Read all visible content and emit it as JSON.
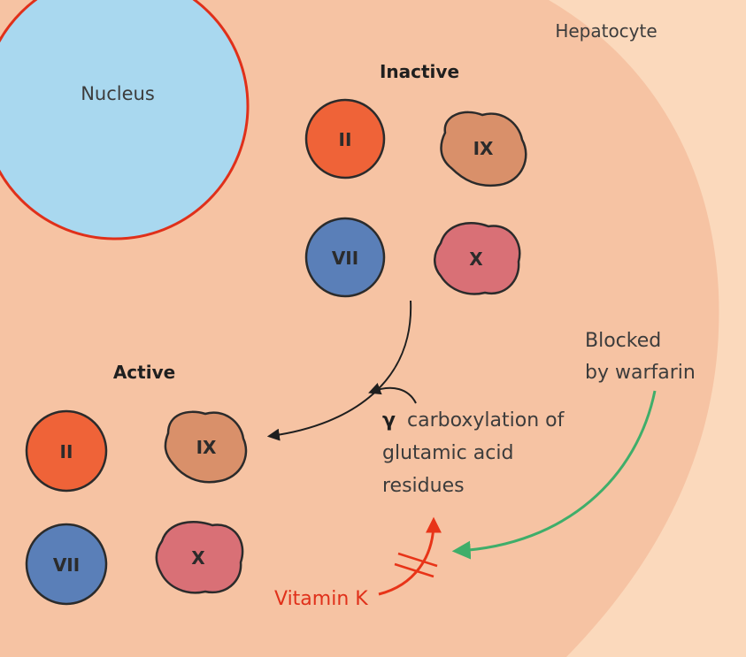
{
  "labels": {
    "cell": "Hepatocyte",
    "nucleus": "Nucleus",
    "inactive": "Inactive",
    "active": "Active",
    "process_gamma": "γ",
    "process_line1": "carboxylation of",
    "process_line2": "glutamic acid",
    "process_line3": "residues",
    "blocked_line1": "Blocked",
    "blocked_line2": "by warfarin",
    "vitamin_k": "Vitamin K"
  },
  "inactive_factors": [
    "II",
    "IX",
    "VII",
    "X"
  ],
  "active_factors": [
    "II",
    "IX",
    "VII",
    "X"
  ],
  "colors": {
    "background": "#fbd9bc",
    "cell_fill": "#f6c3a3",
    "nucleus_fill": "#a9d8ef",
    "nucleus_border": "#e0301a",
    "factor_ii": "#ef6338",
    "factor_ix": "#d9906a",
    "factor_vii": "#5a7fb8",
    "factor_x": "#d97076",
    "arrow_black": "#1f1f1f",
    "arrow_green": "#3fae6a",
    "arrow_red": "#e83418",
    "vitamin_k_text": "#e0301a"
  }
}
